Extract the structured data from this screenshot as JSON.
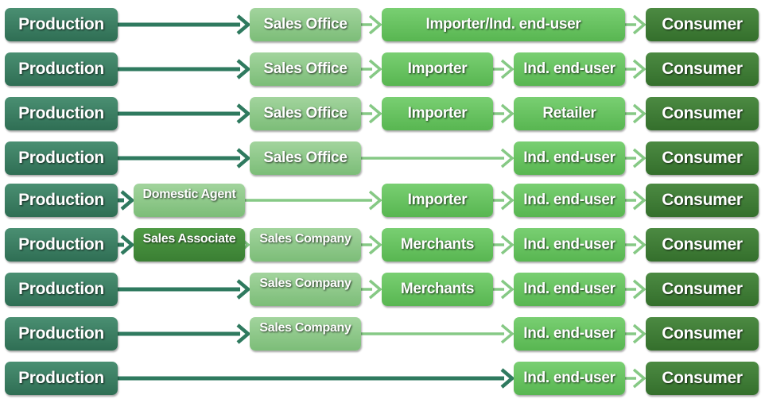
{
  "colors": {
    "production": "#2f6e54",
    "sales_office": "#7cbd78",
    "intermediary": "#58b651",
    "consumer": "#346f2c",
    "sales_associate": "#3a7f33",
    "arrow_dark": "#2f7a5f",
    "arrow_light": "#86c985"
  },
  "rows": [
    {
      "label": "row-1",
      "nodes": [
        {
          "kind": "production",
          "text": "Production"
        },
        {
          "kind": "sales-office",
          "text": "Sales Office"
        },
        {
          "kind": "intermediary",
          "text": "Importer/Ind. end-user"
        },
        {
          "kind": "consumer",
          "text": "Consumer"
        }
      ]
    },
    {
      "label": "row-2",
      "nodes": [
        {
          "kind": "production",
          "text": "Production"
        },
        {
          "kind": "sales-office",
          "text": "Sales Office"
        },
        {
          "kind": "intermediary",
          "text": "Importer"
        },
        {
          "kind": "intermediary",
          "text": "Ind. end-user"
        },
        {
          "kind": "consumer",
          "text": "Consumer"
        }
      ]
    },
    {
      "label": "row-3",
      "nodes": [
        {
          "kind": "production",
          "text": "Production"
        },
        {
          "kind": "sales-office",
          "text": "Sales Office"
        },
        {
          "kind": "intermediary",
          "text": "Importer"
        },
        {
          "kind": "intermediary",
          "text": "Retailer"
        },
        {
          "kind": "consumer",
          "text": "Consumer"
        }
      ]
    },
    {
      "label": "row-4",
      "nodes": [
        {
          "kind": "production",
          "text": "Production"
        },
        {
          "kind": "sales-office",
          "text": "Sales Office"
        },
        {
          "kind": "intermediary",
          "text": "Ind. end-user"
        },
        {
          "kind": "consumer",
          "text": "Consumer"
        }
      ]
    },
    {
      "label": "row-5",
      "nodes": [
        {
          "kind": "production",
          "text": "Production"
        },
        {
          "kind": "sales-office",
          "text": "Domestic Agent"
        },
        {
          "kind": "intermediary",
          "text": "Importer"
        },
        {
          "kind": "intermediary",
          "text": "Ind. end-user"
        },
        {
          "kind": "consumer",
          "text": "Consumer"
        }
      ]
    },
    {
      "label": "row-6",
      "nodes": [
        {
          "kind": "production",
          "text": "Production"
        },
        {
          "kind": "sales-associate",
          "text": "Sales Associate"
        },
        {
          "kind": "sales-office",
          "text": "Sales Company"
        },
        {
          "kind": "intermediary",
          "text": "Merchants"
        },
        {
          "kind": "intermediary",
          "text": "Ind. end-user"
        },
        {
          "kind": "consumer",
          "text": "Consumer"
        }
      ]
    },
    {
      "label": "row-7",
      "nodes": [
        {
          "kind": "production",
          "text": "Production"
        },
        {
          "kind": "sales-office",
          "text": "Sales Company"
        },
        {
          "kind": "intermediary",
          "text": "Merchants"
        },
        {
          "kind": "intermediary",
          "text": "Ind. end-user"
        },
        {
          "kind": "consumer",
          "text": "Consumer"
        }
      ]
    },
    {
      "label": "row-8",
      "nodes": [
        {
          "kind": "production",
          "text": "Production"
        },
        {
          "kind": "sales-office",
          "text": "Sales Company"
        },
        {
          "kind": "intermediary",
          "text": "Ind. end-user"
        },
        {
          "kind": "consumer",
          "text": "Consumer"
        }
      ]
    },
    {
      "label": "row-9",
      "nodes": [
        {
          "kind": "production",
          "text": "Production"
        },
        {
          "kind": "intermediary",
          "text": "Ind. end-user"
        },
        {
          "kind": "consumer",
          "text": "Consumer"
        }
      ]
    }
  ]
}
